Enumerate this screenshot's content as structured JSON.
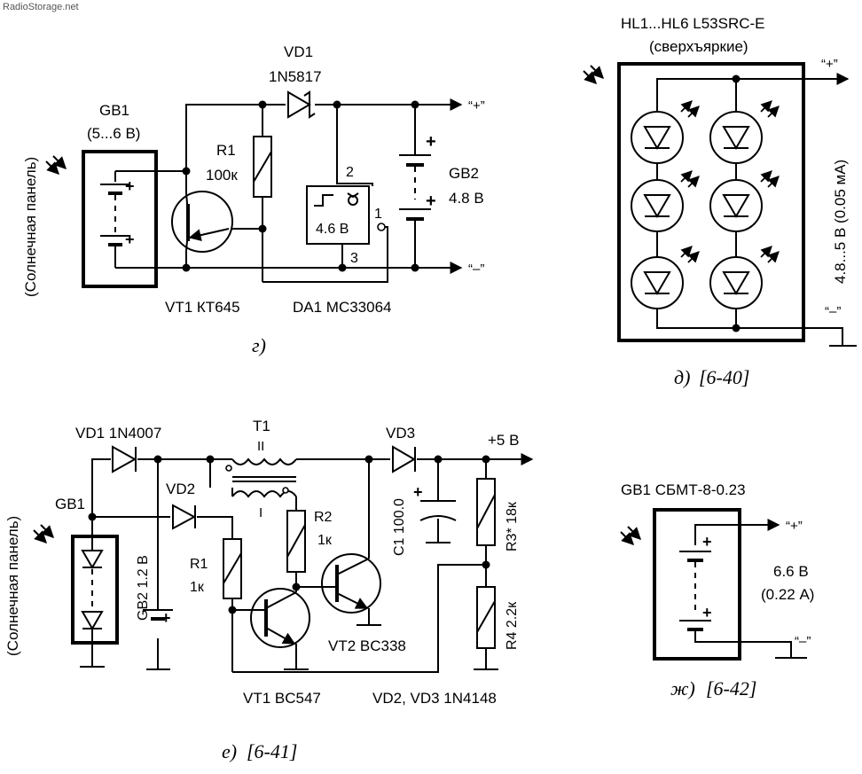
{
  "watermark": "RadioStorage.net",
  "circuit_g": {
    "caption": "г)",
    "solar_label": "(Солнечная панель)",
    "gb1_name": "GB1",
    "gb1_voltage": "(5...6 В)",
    "vd1_name": "VD1",
    "vd1_type": "1N5817",
    "r1_name": "R1",
    "r1_value": "100к",
    "pin2": "2",
    "pin1": "1",
    "pin3": "3",
    "da1_threshold": "4.6 В",
    "gb2_name": "GB2",
    "gb2_voltage": "4.8 В",
    "plus_out": "“+”",
    "minus_out": "“–”",
    "vt1_label": "VT1 КТ645",
    "da1_label": "DA1 MC33064",
    "plus_sign": "+"
  },
  "circuit_d": {
    "caption": "д)",
    "ref": "[6-40]",
    "title": "HL1...HL6  L53SRC-E",
    "subtitle": "(сверхъяркие)",
    "spec": "4.8...5 В  (0.05 мА)",
    "plus_out": "“+”",
    "minus_out": "“–”"
  },
  "circuit_e": {
    "caption": "е)",
    "ref": "[6-41]",
    "vd1_label": "VD1 1N4007",
    "t1_name": "T1",
    "t1_winding2": "II",
    "t1_winding1": "I",
    "vd3_name": "VD3",
    "out_label": "+5 В",
    "gb1_name": "GB1",
    "vd2_name": "VD2",
    "solar_label": "(Солнечная панель)",
    "gb2_label": "GB2  1.2 В",
    "r1_name": "R1",
    "r1_value": "1к",
    "r2_name": "R2",
    "r2_value": "1к",
    "c1_label": "C1 100.0",
    "r3_label": "R3* 18к",
    "r4_label": "R4 2.2к",
    "vt1_label": "VT1 BC547",
    "vt2_label": "VT2 BC338",
    "diodes_label": "VD2, VD3 1N4148",
    "plus_sign": "+"
  },
  "circuit_zh": {
    "caption": "ж)",
    "ref": "[6-42]",
    "title": "GB1  СБМТ-8-0.23",
    "voltage": "6.6 В",
    "current": "(0.22 А)",
    "plus_out": "“+”",
    "minus_out": "“–”",
    "plus_sign": "+"
  }
}
